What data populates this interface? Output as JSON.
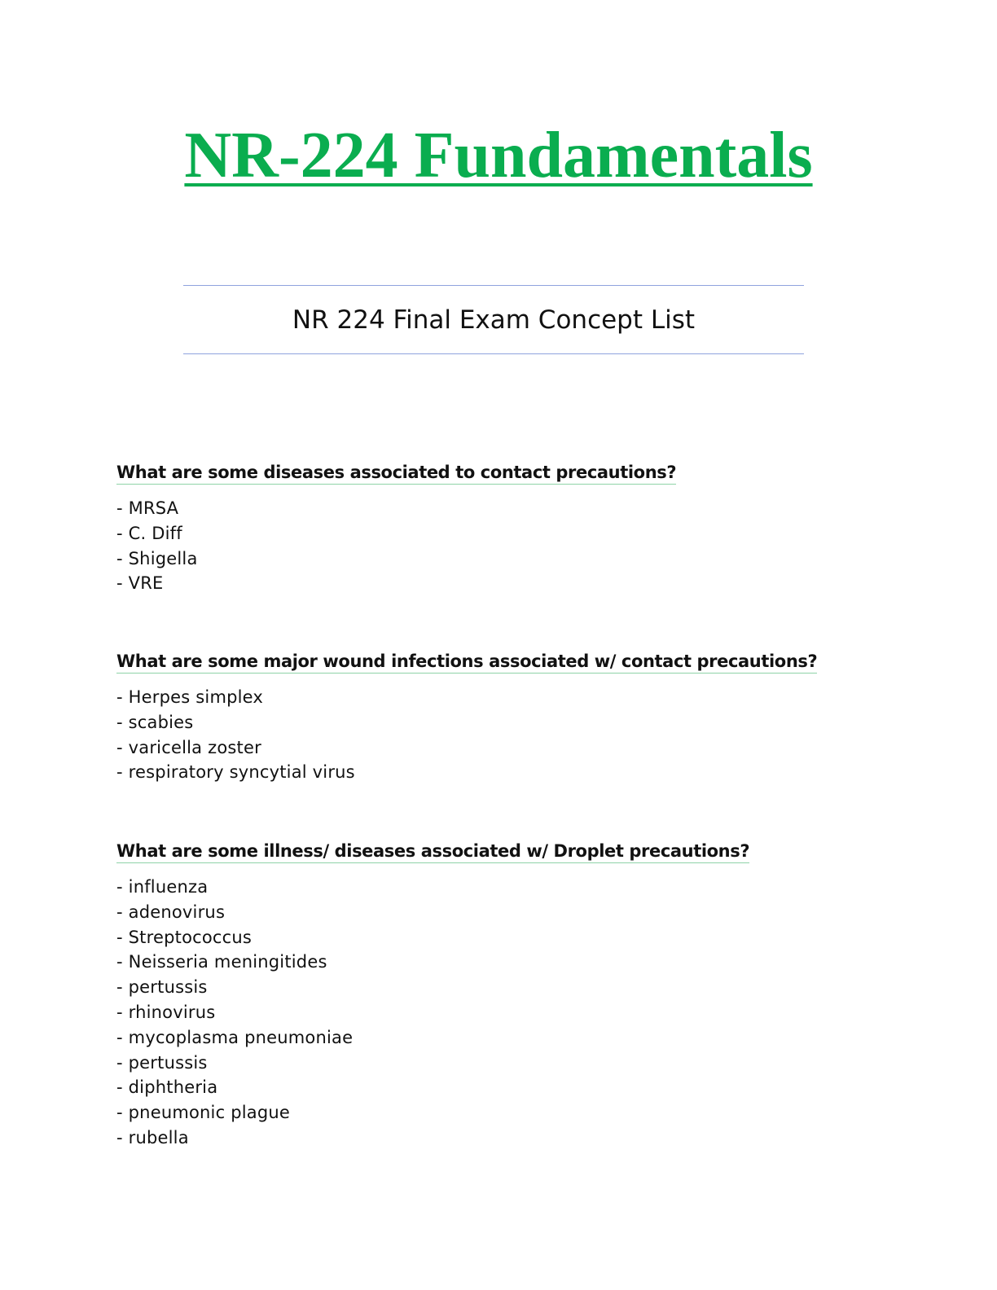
{
  "document": {
    "title": "NR-224 Fundamentals",
    "subtitle": "NR 224 Final Exam Concept List"
  },
  "sections": [
    {
      "question": "What are some diseases associated to contact precautions?",
      "items": [
        "MRSA",
        "C. Diff",
        "Shigella",
        "VRE"
      ]
    },
    {
      "question": "What are some major wound infections associated w/ contact precautions?",
      "items": [
        "Herpes simplex",
        "scabies",
        "varicella zoster",
        "respiratory syncytial virus"
      ]
    },
    {
      "question": "What are some illness/ diseases associated w/ Droplet precautions?",
      "items": [
        "influenza",
        "adenovirus",
        "Streptococcus",
        "Neisseria meningitides",
        "pertussis",
        "rhinovirus",
        "mycoplasma pneumoniae",
        "pertussis",
        "diphtheria",
        "pneumonic plague",
        "rubella"
      ]
    }
  ]
}
